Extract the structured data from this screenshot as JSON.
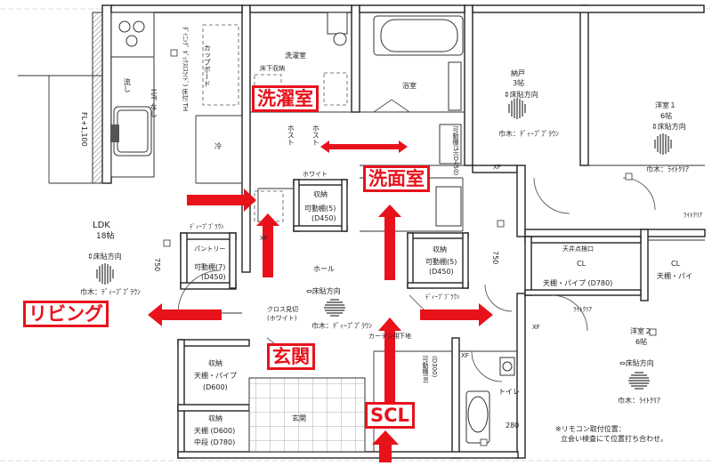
{
  "callouts": {
    "sentaku": "洗濯室",
    "senmen": "洗面室",
    "living": "リビング",
    "genkan": "玄関",
    "scl": "SCL"
  },
  "rooms": {
    "ldk_name": "LDK",
    "ldk_size": "18帖",
    "ldk_floor_dir": "⇕床貼方向",
    "ldk_floor_mat": "巾木：ﾃﾞｨｰﾌﾟﾌﾞﾗｳﾝ",
    "kitchen_sink": "流し",
    "kitchen_hfix": "H/F なし",
    "kitchen_fl": "FL+1,100",
    "cupboard": "カップボード",
    "cupboard_note": "ﾀﾞｲﾆﾝｸﾞ ﾎﾞｯｸｽ(ｽﾗｲﾄﾞ) 床付 TH",
    "fridge": "冷",
    "sentaku_name": "洗濯室",
    "sentaku_shelf": "床下収納",
    "host": "ホスト",
    "yokushitsu": "浴室",
    "nando_name": "納戸",
    "nando_size": "3帖",
    "nando_dir": "⇕床貼方向",
    "nando_mat": "巾木：ﾃﾞｨｰﾌﾟﾌﾞﾗｳﾝ",
    "yoshitsu1_name": "洋室１",
    "yoshitsu1_size": "6帖",
    "yoshitsu1_dir": "⇕床貼方向",
    "yoshitsu1_mat": "巾木：ﾗｲﾄｸﾘｱ",
    "kadou_d450": "可動棚(5)(D450)",
    "white": "ホワイト",
    "shuno_a": "収納",
    "shuno_a_shelf": "可動棚(5)",
    "shuno_a_depth": "(D450)",
    "pantry": "パントリー",
    "pantry_shelf": "可動棚(7)",
    "pantry_depth": "(D450)",
    "deep_brown": "ﾃﾞｨｰﾌﾟﾌﾞﾗｳﾝ",
    "hall": "ホール",
    "hall_dir": "⇔床貼方向",
    "hall_mat": "巾木：ﾃﾞｨｰﾌﾟﾌﾞﾗｳﾝ",
    "shuno_b": "収納",
    "shuno_b_shelf": "可動棚(5)",
    "shuno_b_depth": "(D450)",
    "tenjo": "天井点検口",
    "cl1": "CL",
    "cl1_desc": "天棚・パイプ (D780)",
    "cl2": "CL",
    "cl2_desc": "天棚・パイ",
    "light_clear": "ﾗｲﾄｸﾘｱ",
    "cross": "クロス見切",
    "cross_color": "(ホワイト)",
    "curtain": "カーテン用",
    "shita": "下地",
    "yoshitsu2_name": "洋室２",
    "yoshitsu2_size": "6帖",
    "yoshitsu2_dir": "⇔床貼方向",
    "yoshitsu2_mat": "巾木：ﾗｲﾄｸﾘｱ",
    "shuno_c": "収納",
    "shuno_c_d1": "天棚・パイプ",
    "shuno_c_d2": "(D600)",
    "shuno_d": "収納",
    "shuno_d_d1": "天棚 (D600)",
    "shuno_d_d2": "中段 (D780)",
    "genkan_room": "玄関",
    "scl_shelf": "可動棚(8)",
    "scl_depth": "(D300)",
    "toilet": "トイレ",
    "remote_note1": "※リモコン取付位置：",
    "remote_note2": "立会い検査にて位置打ち合わせ。",
    "dim_750a": "750",
    "dim_750b": "750",
    "dim_280": "280",
    "xf1": "XF",
    "xf2": "XF",
    "xf3": "XF",
    "xf4": "XF"
  }
}
